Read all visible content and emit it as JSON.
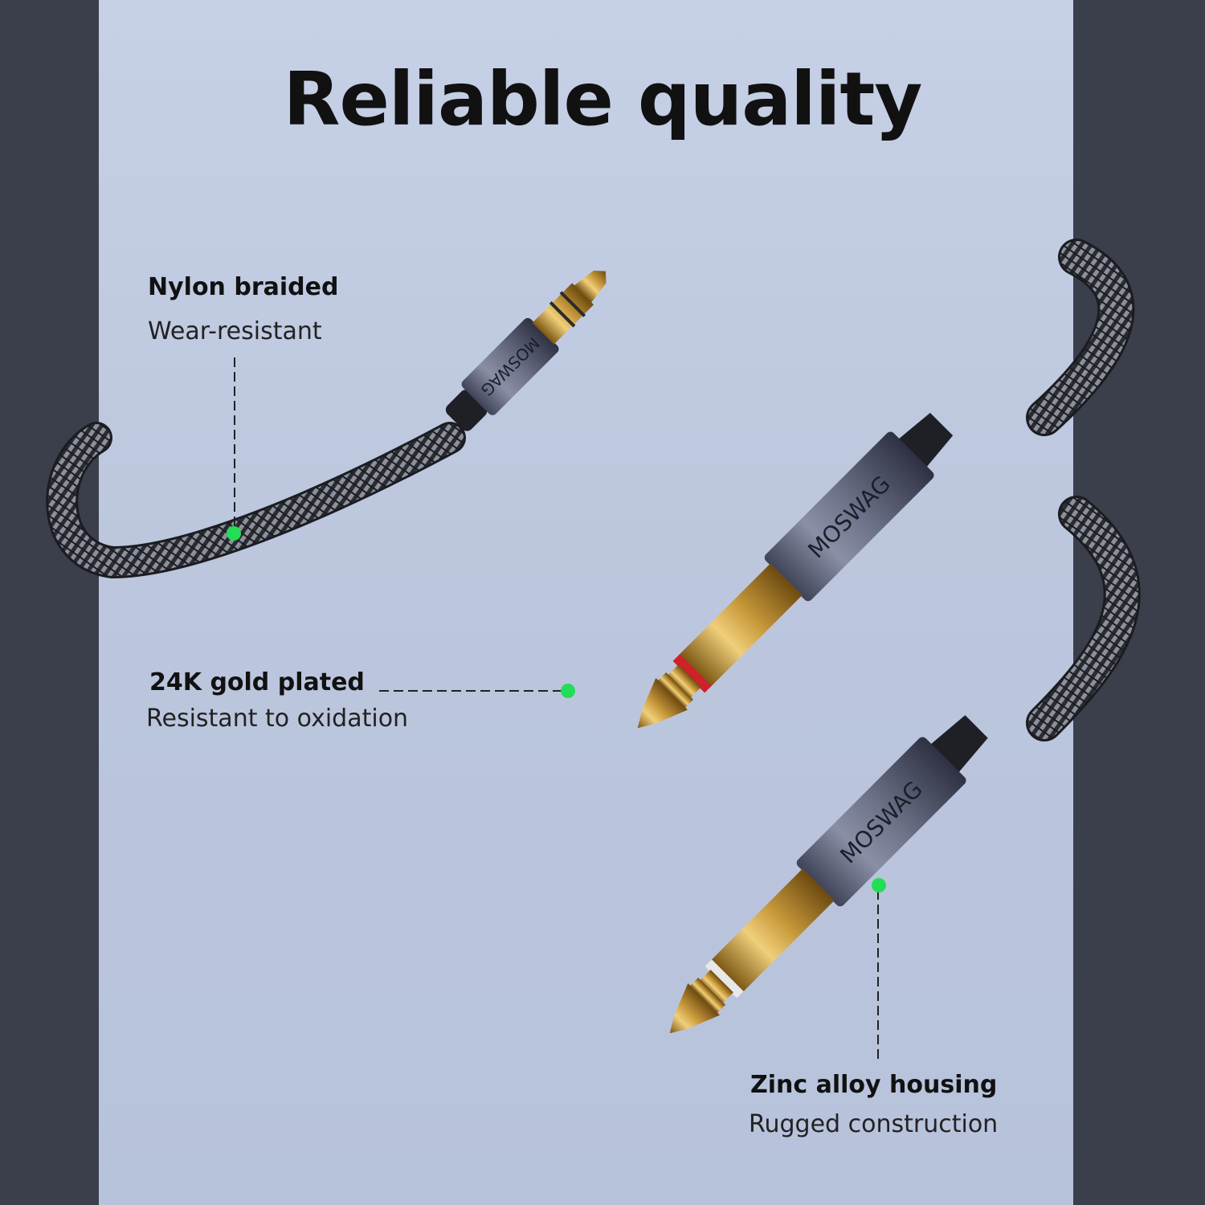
{
  "title": "Reliable quality",
  "brand": "MOSWAG",
  "callouts": {
    "nylon": {
      "heading": "Nylon braided",
      "description": "Wear-resistant"
    },
    "gold": {
      "heading": "24K gold plated",
      "description": "Resistant to oxidation"
    },
    "zinc": {
      "heading": "Zinc alloy housing",
      "description": "Rugged construction"
    }
  },
  "colors": {
    "background_outer": "#3a3f4b",
    "background_panel": "#c1cbe2",
    "marker": "#22dd55",
    "gold": "#c99a3c",
    "housing": "#6d7288",
    "ring_red": "#d0202a",
    "ring_white": "#e8e8e8"
  }
}
